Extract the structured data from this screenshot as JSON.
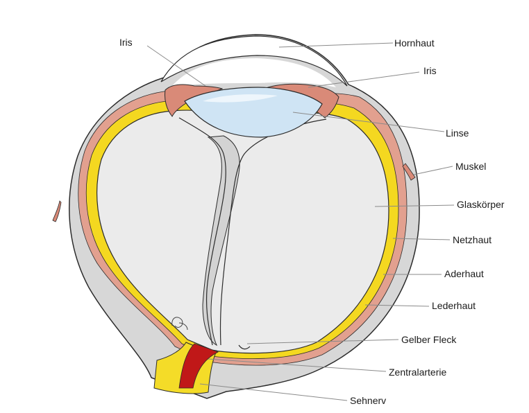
{
  "labels": {
    "iris_left": "Iris",
    "hornhaut": "Hornhaut",
    "iris_right": "Iris",
    "linse": "Linse",
    "muskel": "Muskel",
    "glaskoerper": "Glaskörper",
    "netzhaut": "Netzhaut",
    "aderhaut": "Aderhaut",
    "lederhaut": "Lederhaut",
    "gelber_fleck": "Gelber Fleck",
    "zentralarterie": "Zentralarterie",
    "sehnerv": "Sehnerv"
  },
  "colors": {
    "sclera": "#d7d7d7",
    "outline": "#2b2b2b",
    "choroid": "#e2a08f",
    "retina": "#f4d820",
    "vitreous": "#ebebeb",
    "lens": "#cfe4f4",
    "artery": "#c01818",
    "nerve": "#f4dc28",
    "muscle": "#d98a78"
  }
}
